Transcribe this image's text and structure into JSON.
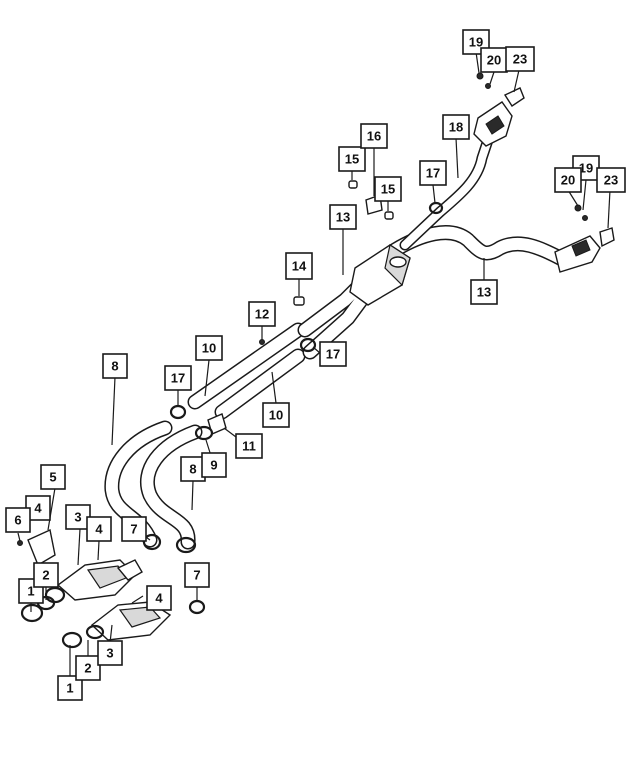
{
  "diagram": {
    "callouts": [
      "1",
      "1",
      "2",
      "2",
      "3",
      "3",
      "4",
      "4",
      "4",
      "5",
      "6",
      "7",
      "7",
      "8",
      "8",
      "9",
      "10",
      "10",
      "11",
      "12",
      "13",
      "13",
      "14",
      "15",
      "15",
      "16",
      "17",
      "17",
      "17",
      "18",
      "19",
      "19",
      "20",
      "20",
      "23",
      "23"
    ]
  }
}
